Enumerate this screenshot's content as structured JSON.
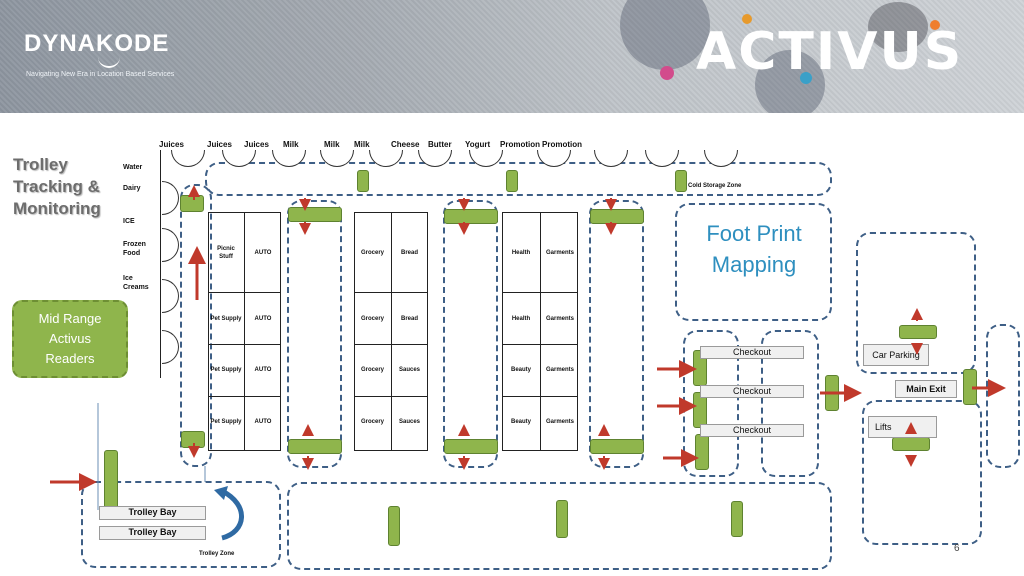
{
  "header": {
    "logo": "DYNAKODE",
    "tagline": "Navigating New Era in Location Based Services",
    "brand": "ACTIVUS"
  },
  "title": "Trolley\nTracking &\nMonitoring",
  "readers_label": "Mid Range\nActivus\nReaders",
  "footprint_label": "Foot Print\nMapping",
  "top_labels": [
    "Juices",
    "Juices",
    "Juices",
    "Milk",
    "Milk",
    "Milk",
    "Cheese",
    "Butter",
    "Yogurt",
    "Promotion",
    "Promotion"
  ],
  "left_labels": [
    "Water",
    "Dairy",
    "ICE",
    "Frozen\nFood",
    "Ice\nCreams"
  ],
  "cold_storage": "Cold Storage Zone",
  "aisle1": [
    [
      "Picnic\nStuff",
      "AUTO"
    ],
    [
      "Pet Supply",
      "AUTO"
    ],
    [
      "Pet Supply",
      "AUTO"
    ],
    [
      "Pet Supply",
      "AUTO"
    ]
  ],
  "aisle2": [
    [
      "Grocery",
      "Bread"
    ],
    [
      "Grocery",
      "Bread"
    ],
    [
      "Grocery",
      "Sauces"
    ],
    [
      "Grocery",
      "Sauces"
    ]
  ],
  "aisle3": [
    [
      "Health",
      "Garments"
    ],
    [
      "Health",
      "Garments"
    ],
    [
      "Beauty",
      "Garments"
    ],
    [
      "Beauty",
      "Garments"
    ]
  ],
  "checkouts": [
    "Checkout",
    "Checkout",
    "Checkout"
  ],
  "trolley_bays": [
    "Trolley Bay",
    "Trolley Bay"
  ],
  "trolley_zone": "Trolley Zone",
  "car_parking": "Car Parking",
  "main_exit": "Main Exit",
  "lifts": "Lifts",
  "page_number": "6",
  "colors": {
    "reader_green": "#8fb54c",
    "zone_dash": "#3e5f86",
    "arrow_red": "#c0392b",
    "footprint_blue": "#2e8fbf"
  }
}
